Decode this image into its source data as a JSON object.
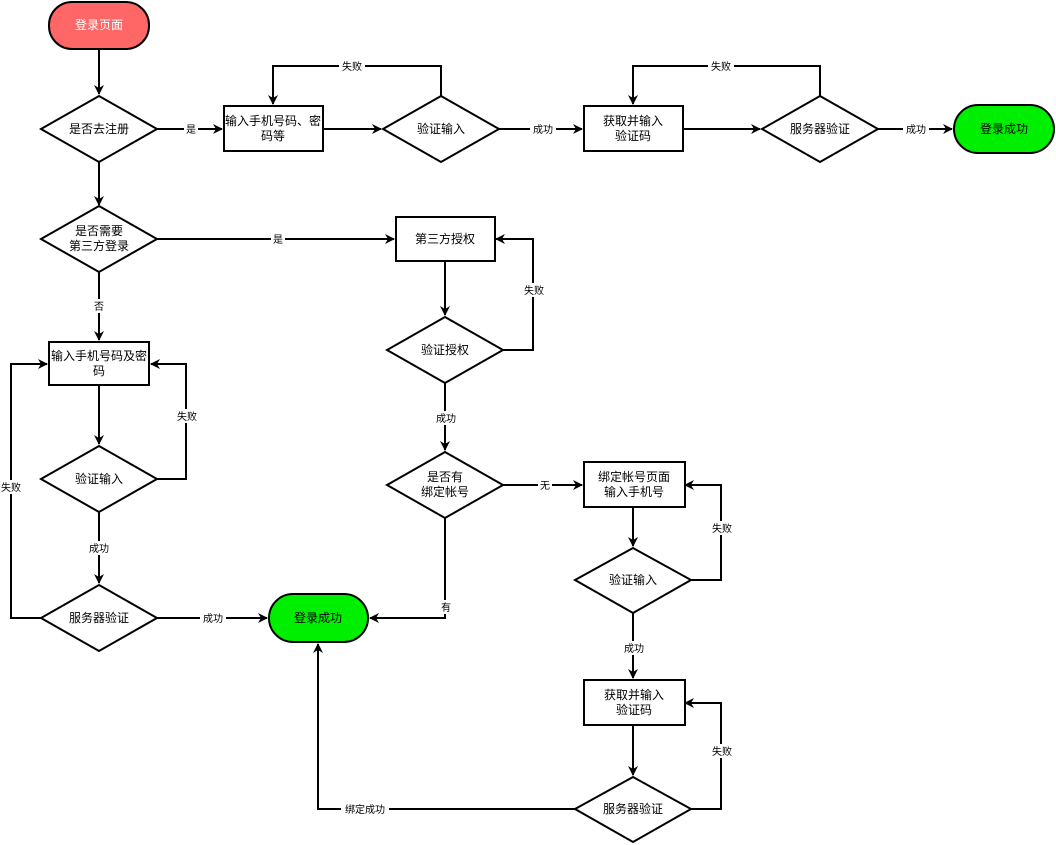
{
  "nodes": {
    "login_page": "登录页面",
    "q_register": "是否去注册",
    "reg_input": [
      "输入手机号码、密",
      "码等"
    ],
    "reg_verify": "验证输入",
    "reg_get_code": [
      "获取并输入",
      "验证码"
    ],
    "reg_server_verify": "服务器验证",
    "reg_success": "登录成功",
    "q_third_party": [
      "是否需要",
      "第三方登录"
    ],
    "third_party_auth": "第三方授权",
    "verify_auth": "验证授权",
    "q_bound": [
      "是否有",
      "绑定帐号"
    ],
    "bind_page": [
      "绑定帐号页面",
      "输入手机号"
    ],
    "bind_verify": "验证输入",
    "bind_get_code": [
      "获取并输入",
      "验证码"
    ],
    "bind_server_verify": "服务器验证",
    "login_input": [
      "输入手机号码及密",
      "码"
    ],
    "login_verify": "验证输入",
    "login_server_verify": "服务器验证",
    "main_success": "登录成功"
  },
  "edge_labels": {
    "yes_register": "是",
    "fail_reg_verify": "失败",
    "success_reg_verify": "成功",
    "fail_reg_server": "失败",
    "success_reg_server": "成功",
    "yes_third": "是",
    "no_third": "否",
    "fail_auth": "失败",
    "success_auth": "成功",
    "none_bound": "无",
    "has_bound": "有",
    "fail_bind_verify": "失败",
    "success_bind_verify": "成功",
    "fail_bind_server": "失败",
    "bind_success": "绑定成功",
    "fail_login_verify": "失败",
    "success_login_verify": "成功",
    "fail_login_server": "失败",
    "success_login_server": "成功"
  },
  "colors": {
    "start_fill": "#ff6666",
    "success_fill": "#00ee00",
    "stroke": "#000000",
    "node_fill": "#ffffff"
  }
}
